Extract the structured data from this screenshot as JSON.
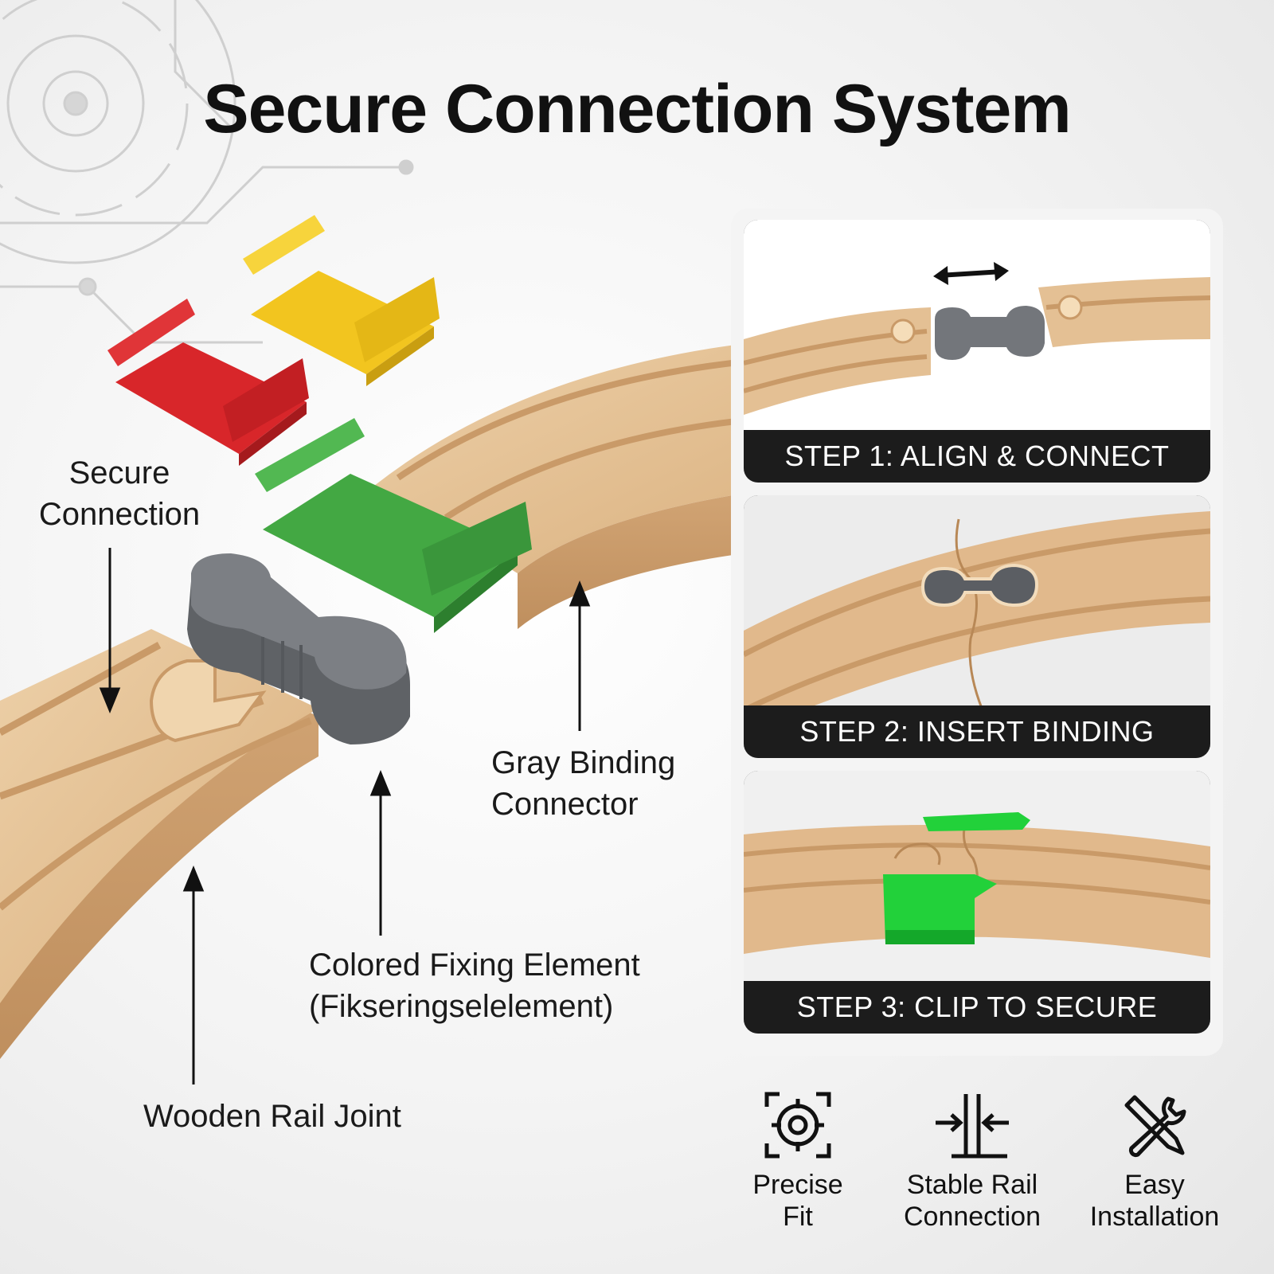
{
  "title": "Secure Connection System",
  "callouts": {
    "secure_connection": [
      "Secure",
      "Connection"
    ],
    "gray_binding": [
      "Gray Binding",
      "Connector"
    ],
    "colored_fixing": [
      "Colored Fixing Element",
      "(Fikseringselelement)"
    ],
    "wooden_rail": "Wooden Rail Joint"
  },
  "steps": [
    {
      "caption": "STEP 1: ALIGN & CONNECT"
    },
    {
      "caption": "STEP 2: INSERT BINDING"
    },
    {
      "caption": "STEP 3: CLIP TO SECURE"
    }
  ],
  "features": [
    {
      "icon": "target-icon",
      "label": [
        "Precise",
        "Fit"
      ]
    },
    {
      "icon": "compress-arrows-icon",
      "label": [
        "Stable Rail",
        "Connection"
      ]
    },
    {
      "icon": "tools-icon",
      "label": [
        "Easy",
        "Installation"
      ]
    }
  ],
  "colors": {
    "red": "#d8262a",
    "yellow": "#f2c51f",
    "green": "#43a843",
    "gray": "#6f7277",
    "wood": "#e2bd90",
    "dark": "#1c1c1c",
    "clip_green": "#22d13a"
  }
}
